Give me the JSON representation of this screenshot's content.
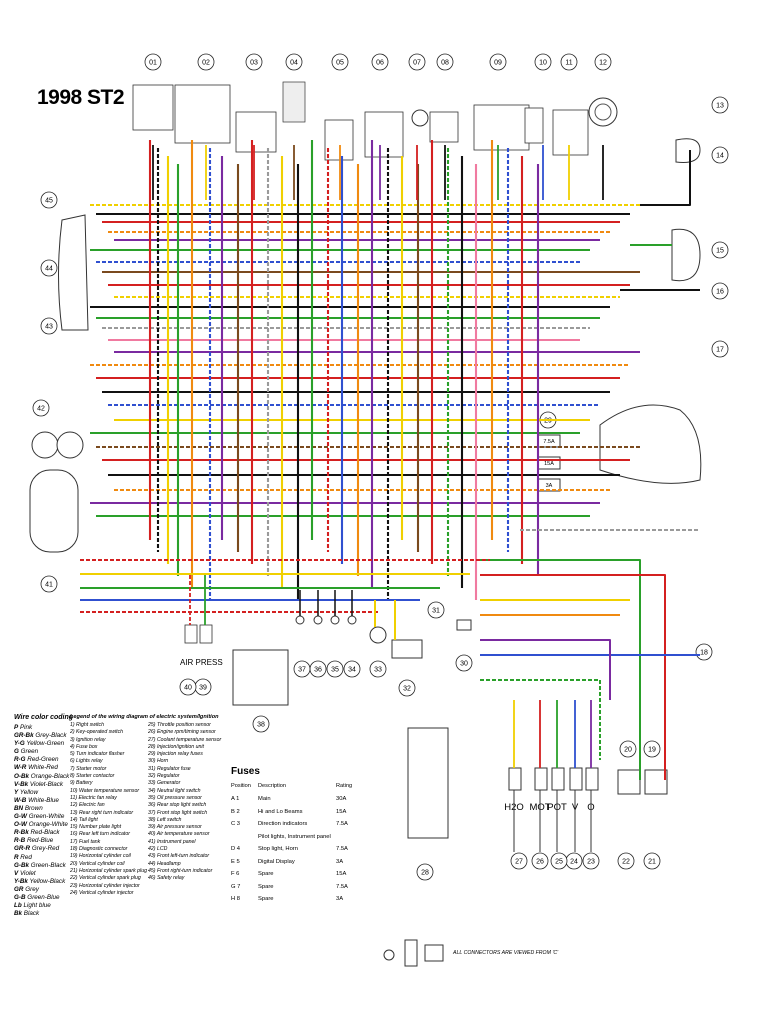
{
  "title": "1998 ST2",
  "connector_numbers_top": [
    "01",
    "02",
    "03",
    "04",
    "05",
    "06",
    "07",
    "08",
    "09",
    "10",
    "11",
    "12"
  ],
  "connector_numbers_right": [
    "13",
    "14",
    "15",
    "16",
    "17",
    "18",
    "19",
    "20"
  ],
  "connector_numbers_left": [
    "45",
    "44",
    "43",
    "42",
    "41"
  ],
  "connector_numbers_bottom": [
    "21",
    "22",
    "23",
    "24",
    "25",
    "26",
    "27",
    "28"
  ],
  "connector_numbers_middle": [
    "29",
    "30",
    "31",
    "32",
    "33",
    "34",
    "35",
    "36",
    "37",
    "38",
    "39",
    "40"
  ],
  "air_press_label": "AIR PRESS",
  "sensor_labels": [
    "H2O",
    "MOT",
    "POT",
    "V",
    "O"
  ],
  "fuse_box_labels": [
    "7.5A",
    "15A",
    "3A"
  ],
  "wire_color_coding": {
    "heading": "Wire color coding",
    "entries": [
      {
        "code": "P",
        "name": "Pink"
      },
      {
        "code": "GR-Bk",
        "name": "Grey-Black"
      },
      {
        "code": "Y-G",
        "name": "Yellow-Green"
      },
      {
        "code": "G",
        "name": "Green"
      },
      {
        "code": "R-G",
        "name": "Red-Green"
      },
      {
        "code": "W-R",
        "name": "White-Red"
      },
      {
        "code": "O-Bk",
        "name": "Orange-Black"
      },
      {
        "code": "V-Bk",
        "name": "Violet-Black"
      },
      {
        "code": "Y",
        "name": "Yellow"
      },
      {
        "code": "W-B",
        "name": "White-Blue"
      },
      {
        "code": "BN",
        "name": "Brown"
      },
      {
        "code": "G-W",
        "name": "Green-White"
      },
      {
        "code": "O-W",
        "name": "Orange-White"
      },
      {
        "code": "R-Bk",
        "name": "Red-Black"
      },
      {
        "code": "R-B",
        "name": "Red-Blue"
      },
      {
        "code": "GR-R",
        "name": "Grey-Red"
      },
      {
        "code": "R",
        "name": "Red"
      },
      {
        "code": "G-Bk",
        "name": "Green-Black"
      },
      {
        "code": "V",
        "name": "Violet"
      },
      {
        "code": "Y-Bk",
        "name": "Yellow-Black"
      },
      {
        "code": "GR",
        "name": "Grey"
      },
      {
        "code": "G-B",
        "name": "Green-Blue"
      },
      {
        "code": "Lb",
        "name": "Light blue"
      },
      {
        "code": "Bk",
        "name": "Black"
      }
    ]
  },
  "component_legend": {
    "heading": "Legend of the wiring diagram of electric system/Ignition",
    "col1": [
      "1) Right switch",
      "2) Key-operated switch",
      "3) Ignition relay",
      "4) Fuse box",
      "5) Turn indicator flasher",
      "6) Lights relay",
      "7) Starter motor",
      "8) Starter contactor",
      "9) Battery",
      "10) Water temperature sensor",
      "11) Electric fan relay",
      "12) Electric fan",
      "13) Rear right turn indicator",
      "14) Tail light",
      "15) Number plate light",
      "16) Rear left turn indicator",
      "17) Fuel tank",
      "18) Diagnostic connector",
      "19) Horizontal cylinder coil",
      "20) Vertical cylinder coil",
      "21) Horizontal cylinder spark plug",
      "22) Vertical cylinder spark plug",
      "23) Horizontal cylinder injector",
      "24) Vertical cylinder injector"
    ],
    "col2": [
      "25) Throttle position sensor",
      "26) Engine rpm/timing sensor",
      "27) Coolant temperature sensor",
      "28) Injection/ignition unit",
      "29) Injection relay fuses",
      "30) Horn",
      "31) Regulator fuse",
      "32) Regulator",
      "33) Generator",
      "34) Neutral light switch",
      "35) Oil pressure sensor",
      "36) Rear stop light switch",
      "37) Front stop light switch",
      "38) Left switch",
      "39) Air pressure sensor",
      "40) Air temperature sensor",
      "41) Instrument panel",
      "42) LCD",
      "43) Front left-turn indicator",
      "44) Headlamp",
      "45) Front right-turn indicator",
      "46) Safety relay"
    ]
  },
  "fuses": {
    "title": "Fuses",
    "headers": {
      "position": "Position",
      "description": "Description",
      "rating": "Rating"
    },
    "rows": [
      {
        "pos": "A 1",
        "desc": "Main",
        "rating": "30A"
      },
      {
        "pos": "B 2",
        "desc": "Hi and Lo Beams",
        "rating": "15A"
      },
      {
        "pos": "C 3",
        "desc": "Direction indicators",
        "rating": "7.5A"
      },
      {
        "pos": "",
        "desc": "Pilot lights, Instrument panel",
        "rating": ""
      },
      {
        "pos": "D 4",
        "desc": "Stop light, Horn",
        "rating": "7.5A"
      },
      {
        "pos": "E 5",
        "desc": "Digital Display",
        "rating": "3A"
      },
      {
        "pos": "F 6",
        "desc": "Spare",
        "rating": "15A"
      },
      {
        "pos": "G 7",
        "desc": "Spare",
        "rating": "7.5A"
      },
      {
        "pos": "H 8",
        "desc": "Spare",
        "rating": "3A"
      }
    ]
  },
  "connector_note": "ALL CONNECTORS ARE VIEWED FROM 'C'",
  "wire_colors": {
    "red": "#d42020",
    "yellow": "#f0d000",
    "green": "#2aa02a",
    "blue": "#3050d0",
    "black": "#111111",
    "brown": "#7a4a1e",
    "orange": "#f08a10",
    "violet": "#7a2aa0",
    "grey": "#9a9a9a",
    "lightblue": "#60a8e0",
    "pink": "#f07aa0",
    "white": "#ffffff"
  }
}
